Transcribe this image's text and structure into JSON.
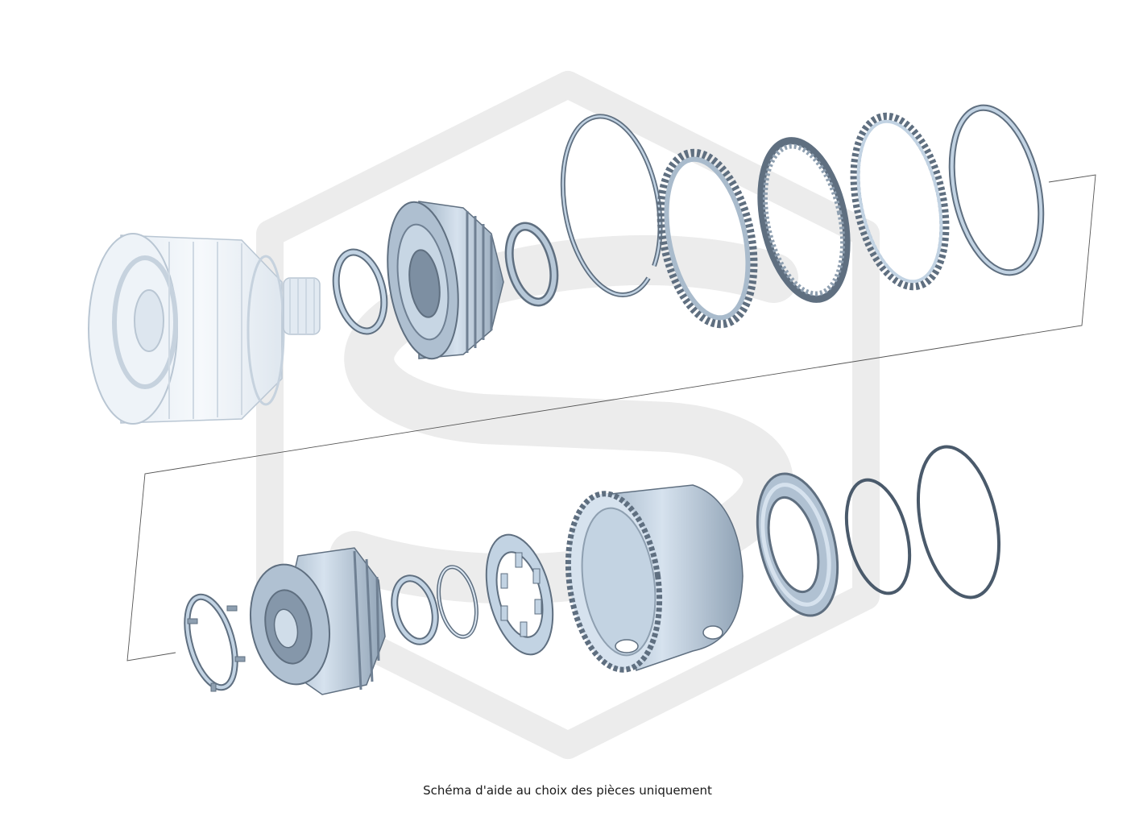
{
  "caption": "Schéma d'aide au choix des pièces uniquement",
  "colors": {
    "part_fill": "#c2d3e3",
    "part_stroke": "#5f6f80",
    "part_dark": "#8e9fb0",
    "ghost_fill": "#eef3f8",
    "ghost_stroke": "#b9c6d3",
    "watermark": "#ececec",
    "frame_line": "#555555"
  },
  "parts": {
    "upper": [
      "ghost-drum-assembly",
      "thrust-washer",
      "clutch-hub",
      "thrust-bearing",
      "snap-ring",
      "friction-plate",
      "steel-plate",
      "friction-plate",
      "pressure-plate"
    ],
    "lower": [
      "retaining-plate",
      "planetary-carrier",
      "thrust-washer",
      "snap-ring",
      "sprag-plate",
      "clutch-drum",
      "piston",
      "seal-ring",
      "seal-ring"
    ]
  }
}
